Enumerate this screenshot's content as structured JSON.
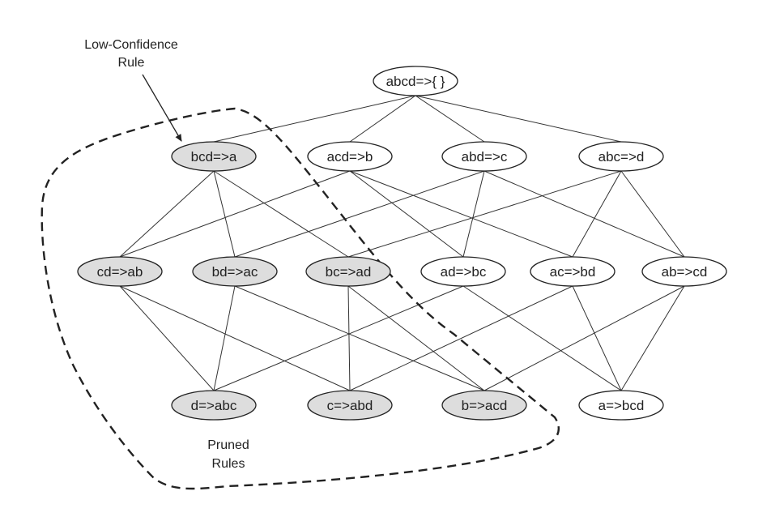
{
  "colors": {
    "pruned_fill": "#dddddd",
    "normal_fill": "#ffffff",
    "line": "#333333",
    "boundary": "#222222"
  },
  "annotations": {
    "low_confidence_line1": "Low-Confidence",
    "low_confidence_line2": "Rule",
    "pruned_line1": "Pruned",
    "pruned_line2": "Rules"
  },
  "nodes": [
    {
      "id": "abcd",
      "label": "abcd=>{ }",
      "pruned": false
    },
    {
      "id": "bcd",
      "label": "bcd=>a",
      "pruned": true
    },
    {
      "id": "acd",
      "label": "acd=>b",
      "pruned": false
    },
    {
      "id": "abd",
      "label": "abd=>c",
      "pruned": false
    },
    {
      "id": "abc",
      "label": "abc=>d",
      "pruned": false
    },
    {
      "id": "cd",
      "label": "cd=>ab",
      "pruned": true
    },
    {
      "id": "bd",
      "label": "bd=>ac",
      "pruned": true
    },
    {
      "id": "bc",
      "label": "bc=>ad",
      "pruned": true
    },
    {
      "id": "ad",
      "label": "ad=>bc",
      "pruned": false
    },
    {
      "id": "ac",
      "label": "ac=>bd",
      "pruned": false
    },
    {
      "id": "ab",
      "label": "ab=>cd",
      "pruned": false
    },
    {
      "id": "d",
      "label": "d=>abc",
      "pruned": true
    },
    {
      "id": "c",
      "label": "c=>abd",
      "pruned": true
    },
    {
      "id": "b",
      "label": "b=>acd",
      "pruned": true
    },
    {
      "id": "a",
      "label": "a=>bcd",
      "pruned": false
    }
  ],
  "edges": [
    [
      "abcd",
      "bcd"
    ],
    [
      "abcd",
      "acd"
    ],
    [
      "abcd",
      "abd"
    ],
    [
      "abcd",
      "abc"
    ],
    [
      "bcd",
      "cd"
    ],
    [
      "bcd",
      "bd"
    ],
    [
      "bcd",
      "bc"
    ],
    [
      "acd",
      "cd"
    ],
    [
      "acd",
      "ad"
    ],
    [
      "acd",
      "ac"
    ],
    [
      "abd",
      "bd"
    ],
    [
      "abd",
      "ad"
    ],
    [
      "abd",
      "ab"
    ],
    [
      "abc",
      "bc"
    ],
    [
      "abc",
      "ac"
    ],
    [
      "abc",
      "ab"
    ],
    [
      "cd",
      "d"
    ],
    [
      "cd",
      "c"
    ],
    [
      "bd",
      "d"
    ],
    [
      "bd",
      "b"
    ],
    [
      "bc",
      "c"
    ],
    [
      "bc",
      "b"
    ],
    [
      "ad",
      "d"
    ],
    [
      "ad",
      "a"
    ],
    [
      "ac",
      "c"
    ],
    [
      "ac",
      "a"
    ],
    [
      "ab",
      "b"
    ],
    [
      "ab",
      "a"
    ]
  ]
}
